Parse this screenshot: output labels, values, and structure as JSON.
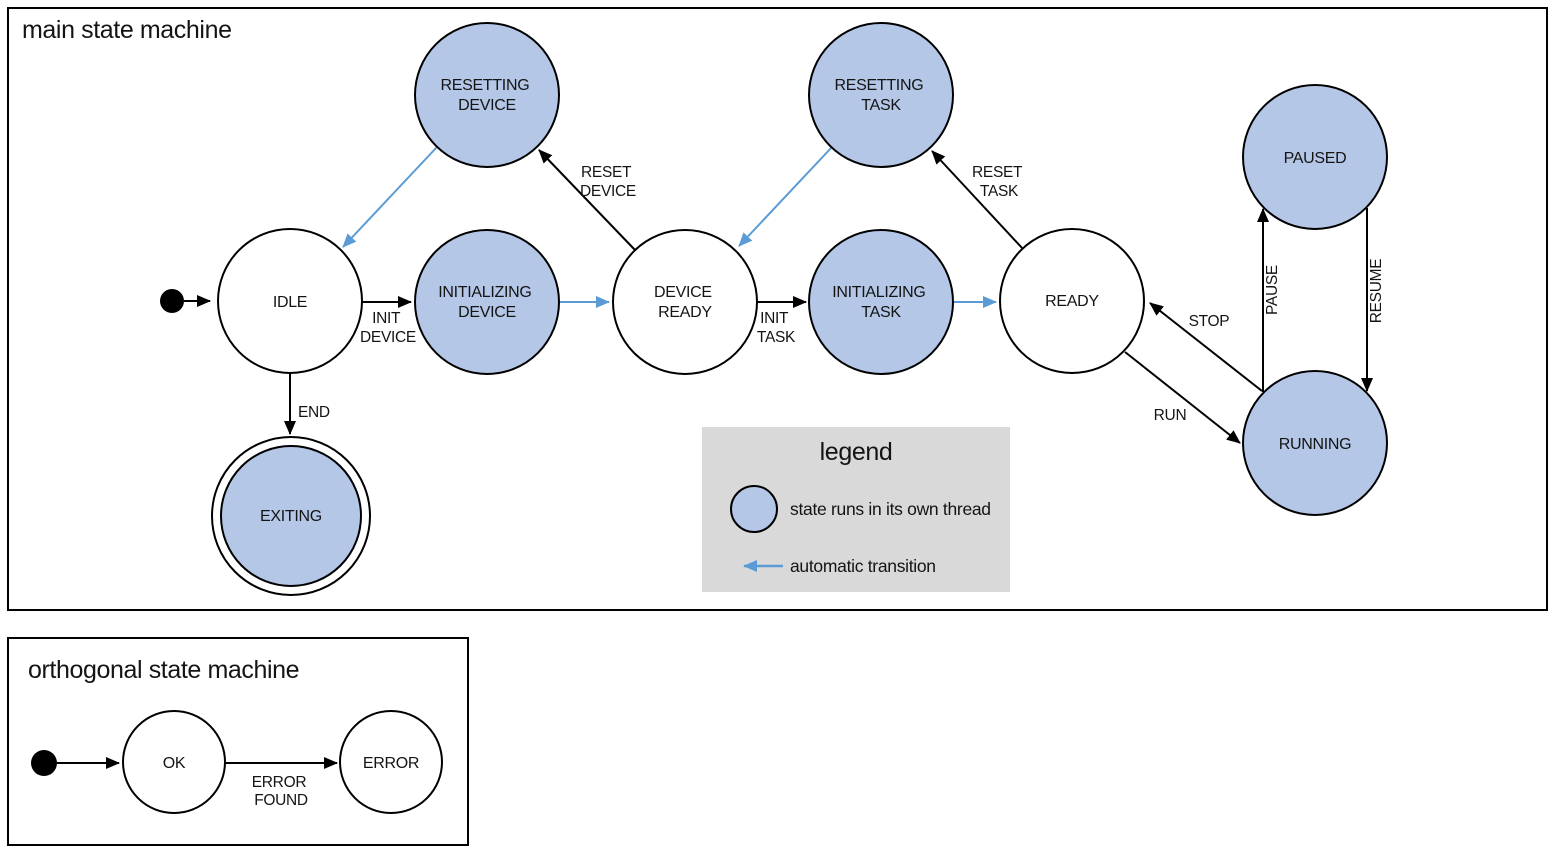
{
  "colors": {
    "threaded_state_fill": "#b4c7e7",
    "plain_state_fill": "#ffffff",
    "automatic_transition_blue": "#5b9bd5",
    "outline_black": "#000000",
    "legend_background": "#d9d9d9"
  },
  "main_machine": {
    "title": "main state machine",
    "states": {
      "resetting_device": {
        "lines": [
          "RESETTING",
          "DEVICE"
        ]
      },
      "resetting_task": {
        "lines": [
          "RESETTING",
          "TASK"
        ]
      },
      "paused": {
        "label": "PAUSED"
      },
      "idle": {
        "label": "IDLE"
      },
      "initializing_device": {
        "lines": [
          "INITIALIZING",
          "DEVICE"
        ]
      },
      "device_ready": {
        "lines": [
          "DEVICE",
          "READY"
        ]
      },
      "initializing_task": {
        "lines": [
          "INITIALIZING",
          "TASK"
        ]
      },
      "ready": {
        "label": "READY"
      },
      "running": {
        "label": "RUNNING"
      },
      "exiting": {
        "label": "EXITING"
      }
    },
    "transitions": {
      "init_device": {
        "lines": [
          "INIT",
          "DEVICE"
        ]
      },
      "init_task": {
        "lines": [
          "INIT",
          "TASK"
        ]
      },
      "reset_device": {
        "lines": [
          "RESET",
          "DEVICE"
        ]
      },
      "reset_task": {
        "lines": [
          "RESET",
          "TASK"
        ]
      },
      "end": {
        "label": "END"
      },
      "run": {
        "label": "RUN"
      },
      "stop": {
        "label": "STOP"
      },
      "pause": {
        "label": "PAUSE"
      },
      "resume": {
        "label": "RESUME"
      }
    },
    "legend": {
      "title": "legend",
      "threaded_state_label": "state runs in its own thread",
      "automatic_transition_label": "automatic transition"
    }
  },
  "orthogonal_machine": {
    "title": "orthogonal state machine",
    "states": {
      "ok": {
        "label": "OK"
      },
      "error": {
        "label": "ERROR"
      }
    },
    "transitions": {
      "error_found": {
        "lines": [
          "ERROR",
          "FOUND"
        ]
      }
    }
  }
}
